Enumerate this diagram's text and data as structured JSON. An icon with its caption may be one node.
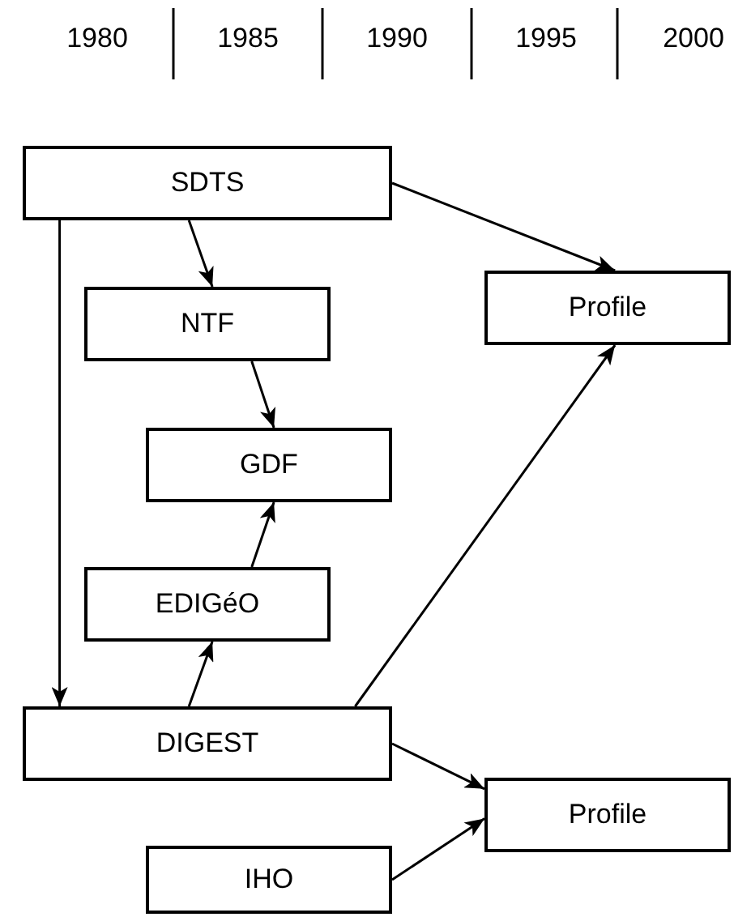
{
  "diagram": {
    "nodes": [
      {
        "text": [
          "SDTS"
        ]
      },
      {
        "text": [
          "NTF"
        ]
      },
      {
        "text": [
          "Profile"
        ]
      },
      {
        "text": [
          "GDF"
        ]
      },
      {
        "text": [
          "EDIGéO"
        ]
      },
      {
        "text": [
          "DIGEST"
        ]
      },
      {
        "text": [
          "Profile"
        ]
      },
      {
        "text": [
          "IHO"
        ]
      }
    ],
    "edges": [
      {
        "from": 0,
        "to": 1,
        "arrow": "to"
      },
      {
        "from": 0,
        "to": 2,
        "arrow": "to"
      },
      {
        "from": 0,
        "to": 5,
        "arrow": "to"
      },
      {
        "from": 1,
        "to": 3,
        "arrow": "to"
      },
      {
        "from": 4,
        "to": 3,
        "arrow": "to"
      },
      {
        "from": 5,
        "to": 4,
        "arrow": "to"
      },
      {
        "from": 5,
        "to": 2,
        "arrow": "to"
      },
      {
        "from": 5,
        "to": 6,
        "arrow": "to"
      },
      {
        "from": 7,
        "to": 6,
        "arrow": "to"
      }
    ],
    "labels": [
      "1980",
      "1985",
      "1990",
      "1995",
      "2000"
    ]
  }
}
